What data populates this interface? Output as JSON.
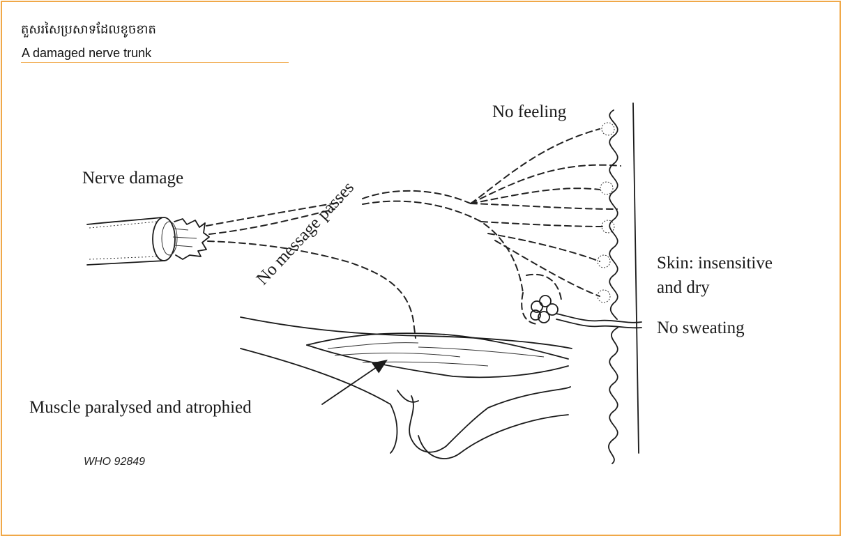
{
  "header": {
    "title_khmer": "តួសរសៃប្រសាទដែលខូចខាត",
    "title_english": "A damaged nerve trunk"
  },
  "diagram": {
    "labels": {
      "nerve_damage": "Nerve damage",
      "no_message_passes": "No message passes",
      "no_feeling": "No feeling",
      "skin": "Skin: insensitive",
      "skin_line2": "and dry",
      "no_sweating": "No sweating",
      "muscle": "Muscle paralysed and atrophied"
    },
    "credit": "WHO 92849"
  },
  "colors": {
    "frame_border": "#f0a848",
    "ink": "#1a1a1a"
  }
}
